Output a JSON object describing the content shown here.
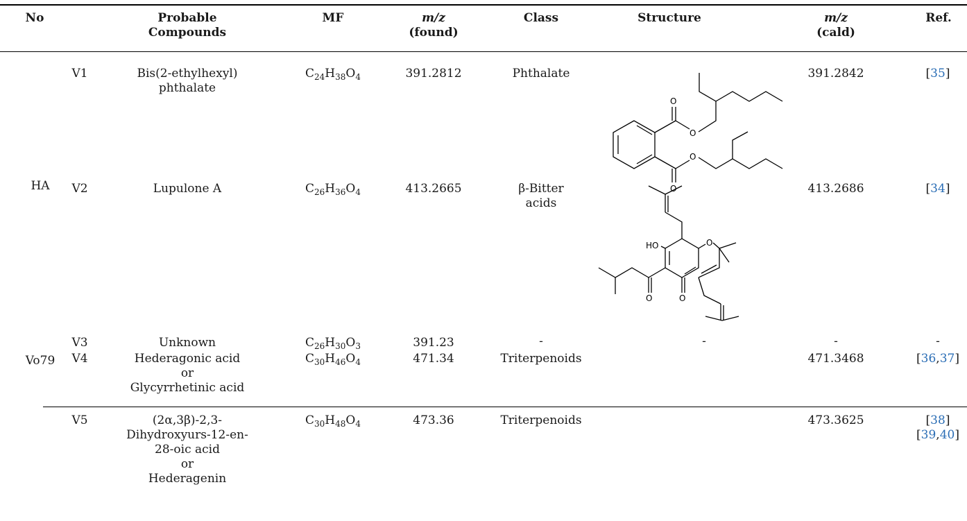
{
  "headers": {
    "no": "No",
    "compounds_1": "Probable",
    "compounds_2": "Compounds",
    "mf": "MF",
    "mz_found_1": "m/z",
    "mz_found_2": "(found)",
    "class": "Class",
    "structure": "Structure",
    "mz_cald_1": "m/z",
    "mz_cald_2": "(cald)",
    "ref": "Ref."
  },
  "groups": [
    "HA",
    "Vo79"
  ],
  "rows": [
    {
      "id": "V1",
      "compound_lines": [
        "Bis(2-ethylhexyl)",
        "phthalate"
      ],
      "mf": [
        [
          "C",
          "24"
        ],
        [
          "H",
          "38"
        ],
        [
          "O",
          "4"
        ]
      ],
      "mz_found": "391.2812",
      "class_lines": [
        "Phthalate"
      ],
      "mz_cald": "391.2842",
      "refs": [
        "35"
      ]
    },
    {
      "id": "V2",
      "compound_lines": [
        "Lupulone A"
      ],
      "mf": [
        [
          "C",
          "26"
        ],
        [
          "H",
          "36"
        ],
        [
          "O",
          "4"
        ]
      ],
      "mz_found": "413.2665",
      "class_lines": [
        "β-Bitter",
        "acids"
      ],
      "mz_cald": "413.2686",
      "refs": [
        "34"
      ]
    },
    {
      "id": "V3",
      "compound_lines": [
        "Unknown"
      ],
      "mf": [
        [
          "C",
          "26"
        ],
        [
          "H",
          "30"
        ],
        [
          "O",
          "3"
        ]
      ],
      "mz_found": "391.23",
      "class_lines": [
        "-"
      ],
      "structure": "-",
      "mz_cald": "-",
      "ref_text": "-"
    },
    {
      "id": "V4",
      "compound_lines": [
        "Hederagonic acid",
        "or",
        "Glycyrrhetinic acid"
      ],
      "mf": [
        [
          "C",
          "30"
        ],
        [
          "H",
          "46"
        ],
        [
          "O",
          "4"
        ]
      ],
      "mz_found": "471.34",
      "class_lines": [
        "Triterpenoids"
      ],
      "mz_cald": "471.3468",
      "refs": [
        "36",
        "37"
      ]
    },
    {
      "id": "V5",
      "compound_lines": [
        "(2α,3β)-2,3-",
        "Dihydroxyurs-12-en-",
        "28-oic acid",
        "or",
        "Hederagenin"
      ],
      "mf": [
        [
          "C",
          "30"
        ],
        [
          "H",
          "48"
        ],
        [
          "O",
          "4"
        ]
      ],
      "mz_found": "473.36",
      "class_lines": [
        "Triterpenoids"
      ],
      "mz_cald": "473.3625",
      "refs": [
        "38",
        "39",
        "40"
      ]
    }
  ],
  "structure_atoms": {
    "oxygen": "O",
    "hydroxyl": "HO"
  }
}
